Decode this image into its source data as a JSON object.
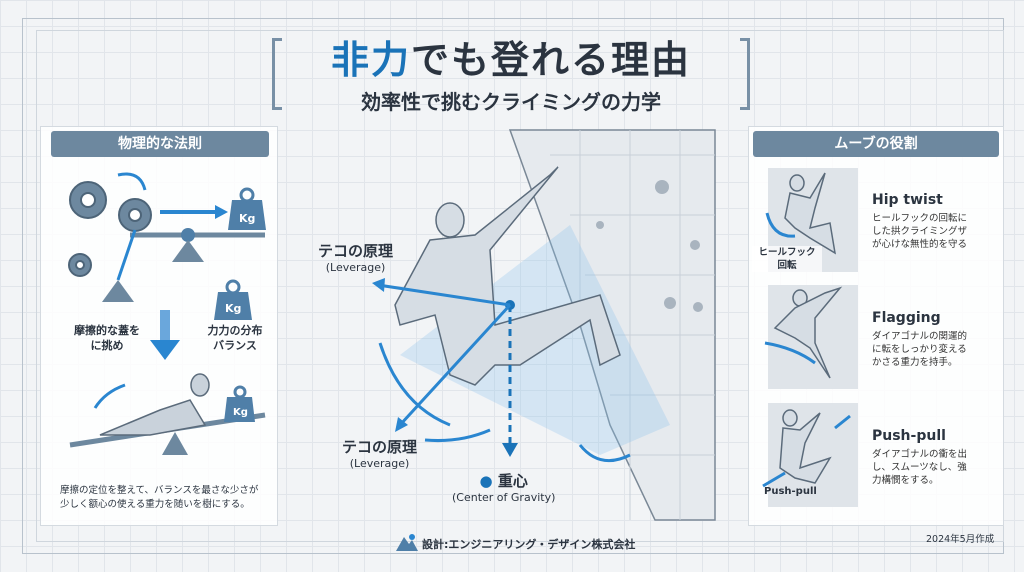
{
  "header": {
    "title_accent": "非力",
    "title_rest": "でも登れる理由",
    "subtitle": "効率性で挑むクライミングの力学"
  },
  "left_panel": {
    "heading": "物理的な法則",
    "weight_label": "Kg",
    "caption_friction": [
      "摩擦的な蓋を",
      "に挑め"
    ],
    "caption_balance": [
      "力力の分布",
      "バランス"
    ],
    "description": [
      "摩擦の定位を整えて、バランスを最さな少さが",
      "少しく额心の使える重力を随いを樹にする。"
    ]
  },
  "center": {
    "leverage_top": {
      "jp": "テコの原理",
      "en": "(Leverage)"
    },
    "leverage_bottom": {
      "jp": "テコの原理",
      "en": "(Leverage)"
    },
    "cog": {
      "jp": "重心",
      "en": "(Center of Gravity)"
    }
  },
  "right_panel": {
    "heading": "ムーブの役割",
    "moves": [
      {
        "title": "Hip twist",
        "desc": [
          "ヒールフックの回転に",
          "した拱クライミングザ",
          "が心けな無性的を守る"
        ],
        "side_label": [
          "ヒールフック",
          "回転"
        ]
      },
      {
        "title": "Flagging",
        "desc": [
          "ダイアゴナルの関運的",
          "に転をしっかり変える",
          "かさる重力を持手。"
        ],
        "side_label": []
      },
      {
        "title": "Push-pull",
        "desc": [
          "ダイアゴナルの衝を出",
          "し、スムーツなし、強",
          "力構憫をする。"
        ],
        "side_label": [
          "Push-pull"
        ]
      }
    ]
  },
  "footer": {
    "credit": "設計:エンジニアリング・デザイン株式会社",
    "date": "2024年5月作成"
  },
  "colors": {
    "accent": "#1a73b8",
    "panel_header": "#6d889f",
    "text": "#2b3440"
  }
}
